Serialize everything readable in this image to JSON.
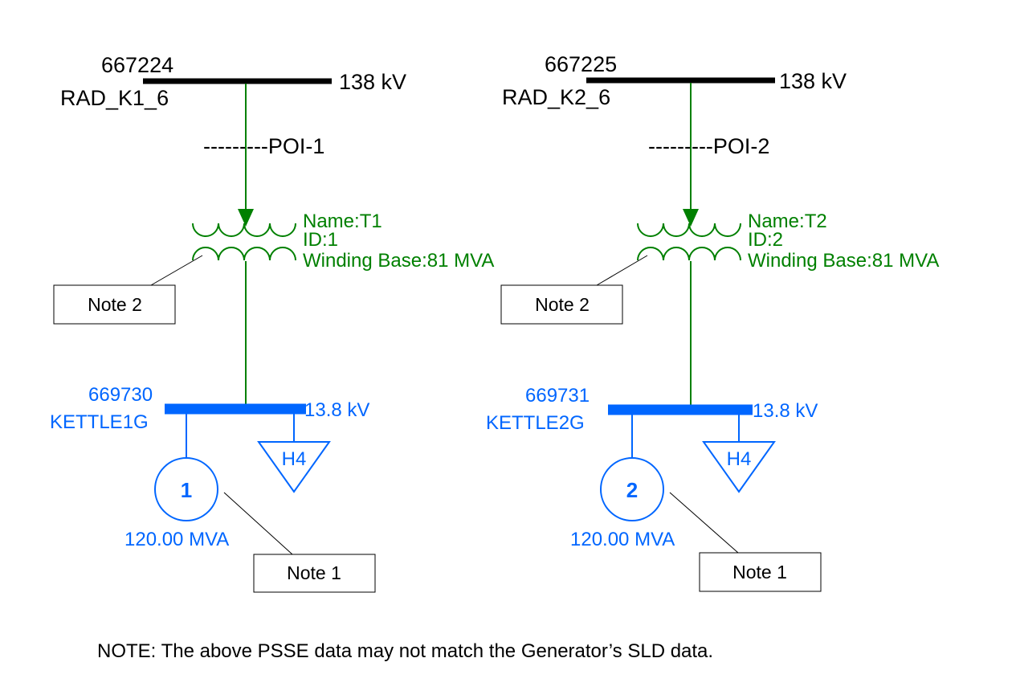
{
  "colors": {
    "hv": "#000000",
    "transformer": "#008000",
    "lv": "#0066ff",
    "note_border": "#000000"
  },
  "units": [
    {
      "hv_bus": {
        "number": "667224",
        "name": "RAD_K1_6",
        "voltage": "138 kV"
      },
      "poi": "---------POI-1",
      "transformer": {
        "name": "Name:T1",
        "id": "ID:1",
        "winding": "Winding Base:81 MVA"
      },
      "transformer_note": "Note 2",
      "lv_bus": {
        "number": "669730",
        "name": "KETTLE1G",
        "voltage": "13.8 kV"
      },
      "generator": {
        "id": "1",
        "rating": "120.00 MVA"
      },
      "load": {
        "label": "H4"
      },
      "generator_note": "Note 1"
    },
    {
      "hv_bus": {
        "number": "667225",
        "name": "RAD_K2_6",
        "voltage": "138 kV"
      },
      "poi": "---------POI-2",
      "transformer": {
        "name": "Name:T2",
        "id": "ID:2",
        "winding": "Winding Base:81 MVA"
      },
      "transformer_note": "Note 2",
      "lv_bus": {
        "number": "669731",
        "name": "KETTLE2G",
        "voltage": "13.8 kV"
      },
      "generator": {
        "id": "2",
        "rating": "120.00 MVA"
      },
      "load": {
        "label": "H4"
      },
      "generator_note": "Note 1"
    }
  ],
  "footer_note": "NOTE:  The above PSSE data may not match the Generator’s SLD data."
}
